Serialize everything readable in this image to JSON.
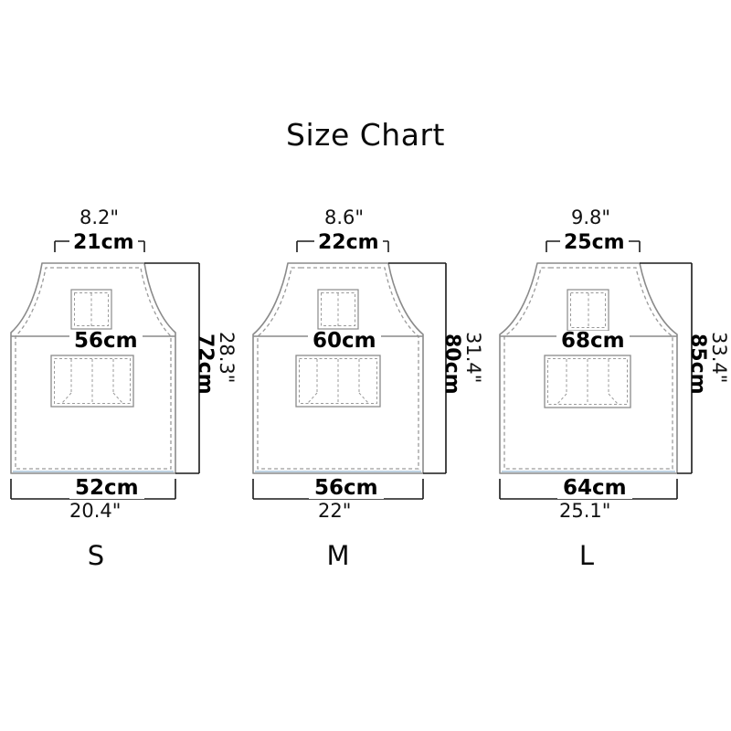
{
  "header": {
    "title": "Size  Chart"
  },
  "colors": {
    "outline": "#8a8a8a",
    "stitch": "#9a9a9a",
    "dimension_line": "#1a1a1a",
    "text": "#0a0a0a",
    "background": "#ffffff",
    "hem_accent": "#a8c4d8"
  },
  "chart_data": {
    "type": "table",
    "title": "Size  Chart",
    "columns": [
      "size",
      "top_width_in",
      "top_width_cm",
      "chest_width_cm",
      "bottom_width_cm",
      "bottom_width_in",
      "length_cm",
      "length_in"
    ],
    "rows": [
      {
        "size": "S",
        "top_width_in": "8.2\"",
        "top_width_cm": "21cm",
        "chest_width_cm": "56cm",
        "bottom_width_cm": "52cm",
        "bottom_width_in": "20.4\"",
        "length_cm": "72cm",
        "length_in": "28.3\""
      },
      {
        "size": "M",
        "top_width_in": "8.6\"",
        "top_width_cm": "22cm",
        "chest_width_cm": "60cm",
        "bottom_width_cm": "56cm",
        "bottom_width_in": "22\"",
        "length_cm": "80cm",
        "length_in": "31.4\""
      },
      {
        "size": "L",
        "top_width_in": "9.8\"",
        "top_width_cm": "25cm",
        "chest_width_cm": "68cm",
        "bottom_width_cm": "64cm",
        "bottom_width_in": "25.1\"",
        "length_cm": "85cm",
        "length_in": "33.4\""
      }
    ]
  },
  "diagrams": [
    {
      "size_label": "S",
      "top_in": "8.2\"",
      "top_cm": "21cm",
      "chest_cm": "56cm",
      "bottom_cm": "52cm",
      "bottom_in": "20.4\"",
      "length_cm": "72cm",
      "length_in": "28.3\""
    },
    {
      "size_label": "M",
      "top_in": "8.6\"",
      "top_cm": "22cm",
      "chest_cm": "60cm",
      "bottom_cm": "56cm",
      "bottom_in": "22\"",
      "length_cm": "80cm",
      "length_in": "31.4\""
    },
    {
      "size_label": "L",
      "top_in": "9.8\"",
      "top_cm": "25cm",
      "chest_cm": "68cm",
      "bottom_cm": "64cm",
      "bottom_in": "25.1\"",
      "length_cm": "85cm",
      "length_in": "33.4\""
    }
  ]
}
